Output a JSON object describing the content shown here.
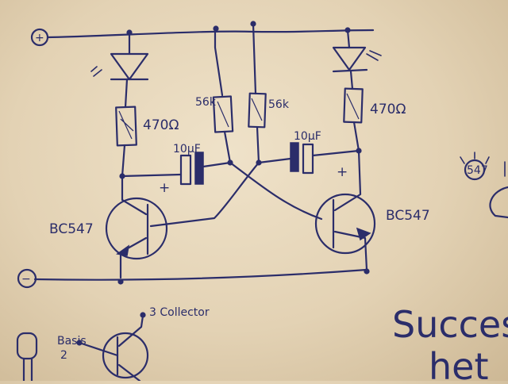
{
  "diagram": {
    "power_labels": {
      "positive": "+",
      "negative": "−"
    },
    "resistor_left": "470Ω",
    "resistor_right": "470Ω",
    "resistor_base_left": "56k",
    "resistor_base_right": "56k",
    "cap_left": "10μF",
    "cap_right": "10μF",
    "cap_left_polarity": "+",
    "cap_right_polarity": "+",
    "transistor_left": "BC547",
    "transistor_right": "BC547",
    "pinout": {
      "collector": "3 Collector",
      "basis": "Basis",
      "basis_num": "2"
    },
    "side_note": {
      "line1": "Succes",
      "line2": "het"
    },
    "corner_sketch_label": "547"
  }
}
